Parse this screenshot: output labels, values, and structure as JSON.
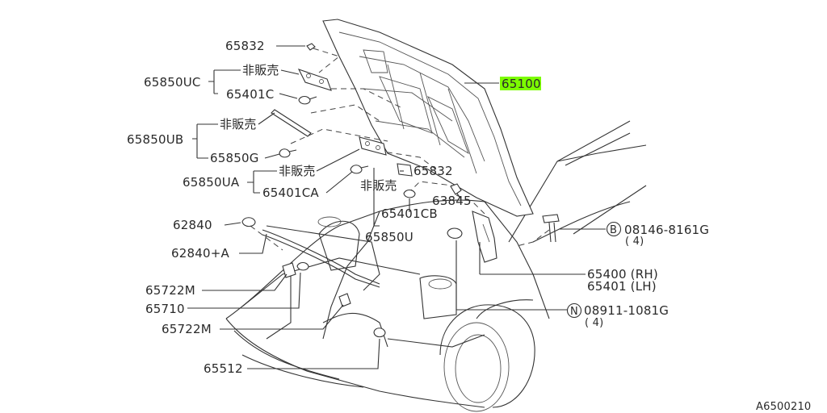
{
  "diagram": {
    "code": "A6500210",
    "highlight_color": "#7CFC00",
    "labels": {
      "p65832_top": "65832",
      "p65850UC": "65850UC",
      "nonsale_1": "非販売",
      "p65401C": "65401C",
      "p65100": "65100",
      "nonsale_2": "非販売",
      "p65850UB": "65850UB",
      "p65850G": "65850G",
      "nonsale_3": "非販売",
      "p65850UA": "65850UA",
      "p65401CA": "65401CA",
      "p65832_mid": "65832",
      "nonsale_4": "非販売",
      "p63845": "63845",
      "p65401CB": "65401CB",
      "p65850U": "65850U",
      "p62840": "62840",
      "p62840A": "62840+A",
      "p65722M_1": "65722M",
      "p65710": "65710",
      "p65722M_2": "65722M",
      "p65512": "65512",
      "bolt_mark": "B",
      "bolt_part": "08146-8161G",
      "bolt_qty": "( 4)",
      "p65400": "65400 (RH)",
      "p65401": "65401 (LH)",
      "nut_mark": "N",
      "nut_part": "08911-1081G",
      "nut_qty": "( 4)"
    }
  }
}
